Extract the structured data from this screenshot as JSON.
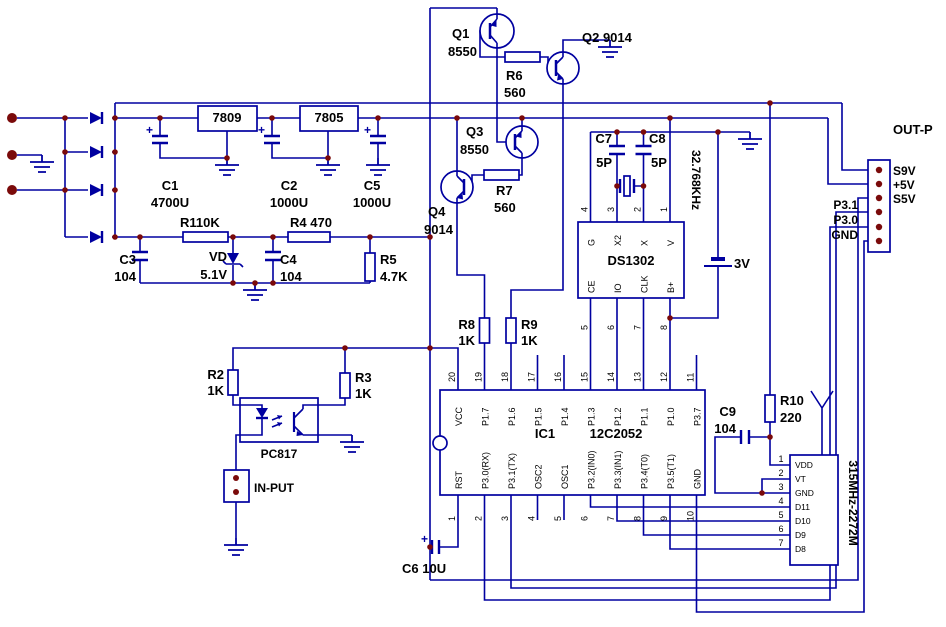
{
  "colors": {
    "wire": "#0000A0",
    "junction": "#7A0A0A",
    "text": "#000000",
    "background": "#FFFFFF"
  },
  "power": {
    "reg1": "7809",
    "reg2": "7805",
    "c1": "C1",
    "c1_v": "4700U",
    "c2": "C2",
    "c2_v": "1000U",
    "c5": "C5",
    "c5_v": "1000U",
    "plus": "+"
  },
  "standby": {
    "r1": "R110K",
    "r4": "R4 470",
    "c3": "C3",
    "c3_v": "104",
    "vd": "VD",
    "vd_v": "5.1V",
    "c4": "C4",
    "c4_v": "104",
    "r5": "R5",
    "r5_v": "4.7K"
  },
  "drivers": {
    "q1": "Q1",
    "q1_v": "8550",
    "q2": "Q2 9014",
    "r6": "R6",
    "r6_v": "560",
    "q3": "Q3",
    "q3_v": "8550",
    "r7": "R7",
    "r7_v": "560",
    "q4": "Q4",
    "q4_v": "9014",
    "r8": "R8",
    "r8_v": "1K",
    "r9": "R9",
    "r9_v": "1K"
  },
  "rtc": {
    "chip": "DS1302",
    "xtal": "32.768KHz",
    "c7": "C7",
    "c7_v": "5P",
    "c8": "C8",
    "c8_v": "5P",
    "bat": "3V",
    "pins_top": [
      "G",
      "X2",
      "X",
      "V"
    ],
    "nums_top": [
      "4",
      "3",
      "2",
      "1"
    ],
    "pins_bottom": [
      "CE",
      "IO",
      "CLK",
      "B+"
    ],
    "nums_bottom": [
      "5",
      "6",
      "7",
      "8"
    ]
  },
  "mcu": {
    "name": "IC1",
    "part": "12C2052",
    "pins_top": [
      "VCC",
      "P1.7",
      "P1.6",
      "P1.5",
      "P1.4",
      "P1.3",
      "P1.2",
      "P1.1",
      "P1.0",
      "P3.7"
    ],
    "nums_top": [
      "20",
      "19",
      "18",
      "17",
      "16",
      "15",
      "14",
      "13",
      "12",
      "11"
    ],
    "pins_bottom": [
      "RST",
      "P3.0(RX)",
      "P3.1(TX)",
      "OSC2",
      "OSC1",
      "P3.2(IN0)",
      "P3.3(IN1)",
      "P3.4(T0)",
      "P3.5(T1)",
      "GND"
    ],
    "nums_bottom": [
      "1",
      "2",
      "3",
      "4",
      "5",
      "6",
      "7",
      "8",
      "9",
      "10"
    ]
  },
  "opto": {
    "r2": "R2",
    "r2_v": "1K",
    "r3": "R3",
    "r3_v": "1K",
    "chip": "PC817",
    "input": "IN-PUT"
  },
  "reset": {
    "c6": "C6 10U"
  },
  "rf": {
    "c9": "C9",
    "c9_v": "104",
    "r10": "R10",
    "r10_v": "220",
    "module": "315MHz-2272M",
    "pins": [
      "VDD",
      "VT",
      "GND",
      "D11",
      "D10",
      "D9",
      "D8"
    ],
    "nums": [
      "1",
      "2",
      "3",
      "4",
      "5",
      "6",
      "7"
    ]
  },
  "out": {
    "title": "OUT-P",
    "labels": [
      "S9V",
      "+5V",
      "S5V",
      "P3.1",
      "P3.0",
      "GND"
    ]
  }
}
